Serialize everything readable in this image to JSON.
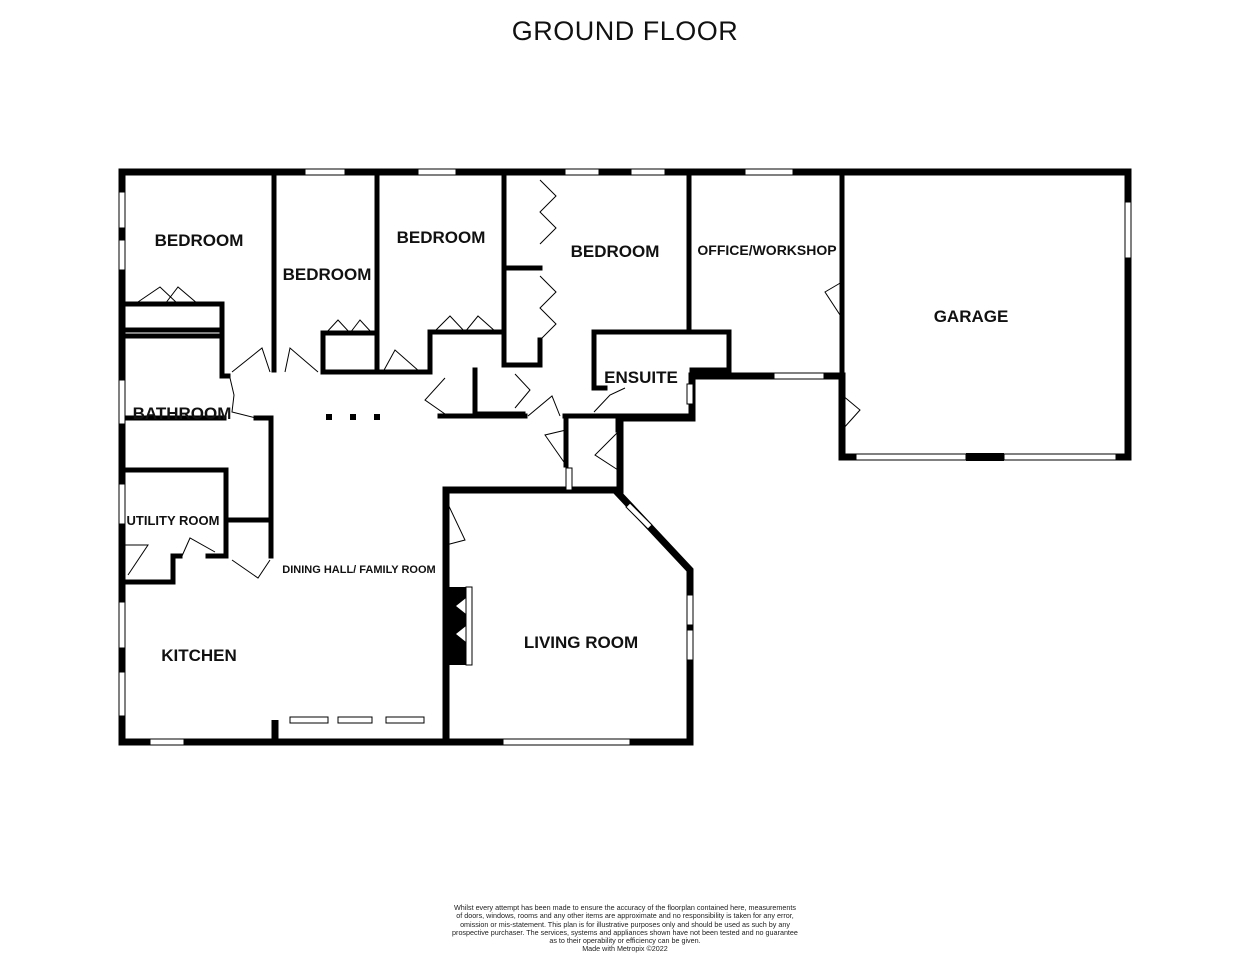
{
  "title": "GROUND FLOOR",
  "rooms": {
    "bedroom_1": "BEDROOM",
    "bedroom_2": "BEDROOM",
    "bedroom_3": "BEDROOM",
    "bedroom_4": "BEDROOM",
    "office": "OFFICE/WORKSHOP",
    "garage": "GARAGE",
    "ensuite": "ENSUITE",
    "bathroom": "BATHROOM",
    "utility": "UTILITY ROOM",
    "dining": "DINING HALL/ FAMILY ROOM",
    "kitchen": "KITCHEN",
    "living": "LIVING ROOM"
  },
  "disclaimer": {
    "line1": "Whilst every attempt has been made to ensure the accuracy of the floorplan contained here, measurements",
    "line2": "of doors, windows, rooms and any other items are approximate and no responsibility is taken for any error,",
    "line3": "omission or mis-statement. This plan is for illustrative purposes only and should be used as such by any",
    "line4": "prospective purchaser. The services, systems and appliances shown have not been tested and no guarantee",
    "line5": "as to their operability or efficiency can be given.",
    "line6": "Made with Metropix ©2022"
  },
  "colors": {
    "wall": "#000000",
    "background": "#ffffff"
  }
}
